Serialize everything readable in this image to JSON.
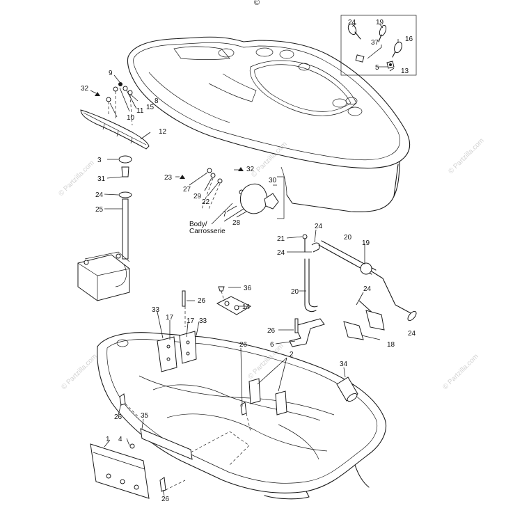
{
  "top_glyph": "©",
  "watermark": "© Partzilla.com",
  "body_label_line1": "Body/",
  "body_label_line2": "Carrosserie",
  "callouts": [
    {
      "id": "c24a",
      "text": "24"
    },
    {
      "id": "c19a",
      "text": "19"
    },
    {
      "id": "c16",
      "text": "16"
    },
    {
      "id": "c37",
      "text": "37"
    },
    {
      "id": "c5",
      "text": "5"
    },
    {
      "id": "c13",
      "text": "13"
    },
    {
      "id": "c9",
      "text": "9"
    },
    {
      "id": "c32a",
      "text": "32"
    },
    {
      "id": "c8",
      "text": "8"
    },
    {
      "id": "c15",
      "text": "15"
    },
    {
      "id": "c11",
      "text": "11"
    },
    {
      "id": "c10",
      "text": "10"
    },
    {
      "id": "c12",
      "text": "12"
    },
    {
      "id": "c3",
      "text": "3"
    },
    {
      "id": "c31",
      "text": "31"
    },
    {
      "id": "c24b",
      "text": "24"
    },
    {
      "id": "c25",
      "text": "25"
    },
    {
      "id": "c23",
      "text": "23"
    },
    {
      "id": "c32b",
      "text": "32"
    },
    {
      "id": "c27",
      "text": "27"
    },
    {
      "id": "c29",
      "text": "29"
    },
    {
      "id": "c22",
      "text": "22"
    },
    {
      "id": "c7",
      "text": "7"
    },
    {
      "id": "c30",
      "text": "30"
    },
    {
      "id": "c28",
      "text": "28"
    },
    {
      "id": "c21",
      "text": "21"
    },
    {
      "id": "c24c",
      "text": "24"
    },
    {
      "id": "c20a",
      "text": "20"
    },
    {
      "id": "c19b",
      "text": "19"
    },
    {
      "id": "c24d",
      "text": "24"
    },
    {
      "id": "c20b",
      "text": "20"
    },
    {
      "id": "c24e",
      "text": "24"
    },
    {
      "id": "c36",
      "text": "36"
    },
    {
      "id": "c14",
      "text": "14"
    },
    {
      "id": "c26a",
      "text": "26"
    },
    {
      "id": "c33a",
      "text": "33"
    },
    {
      "id": "c17a",
      "text": "17"
    },
    {
      "id": "c17b",
      "text": "17"
    },
    {
      "id": "c33b",
      "text": "33"
    },
    {
      "id": "c26b",
      "text": "26"
    },
    {
      "id": "c6",
      "text": "6"
    },
    {
      "id": "c18",
      "text": "18"
    },
    {
      "id": "c24f",
      "text": "24"
    },
    {
      "id": "c26c",
      "text": "26"
    },
    {
      "id": "c2",
      "text": "2"
    },
    {
      "id": "c34",
      "text": "34"
    },
    {
      "id": "c26d",
      "text": "26"
    },
    {
      "id": "c35",
      "text": "35"
    },
    {
      "id": "c1",
      "text": "1"
    },
    {
      "id": "c4",
      "text": "4"
    },
    {
      "id": "c26e",
      "text": "26"
    }
  ]
}
